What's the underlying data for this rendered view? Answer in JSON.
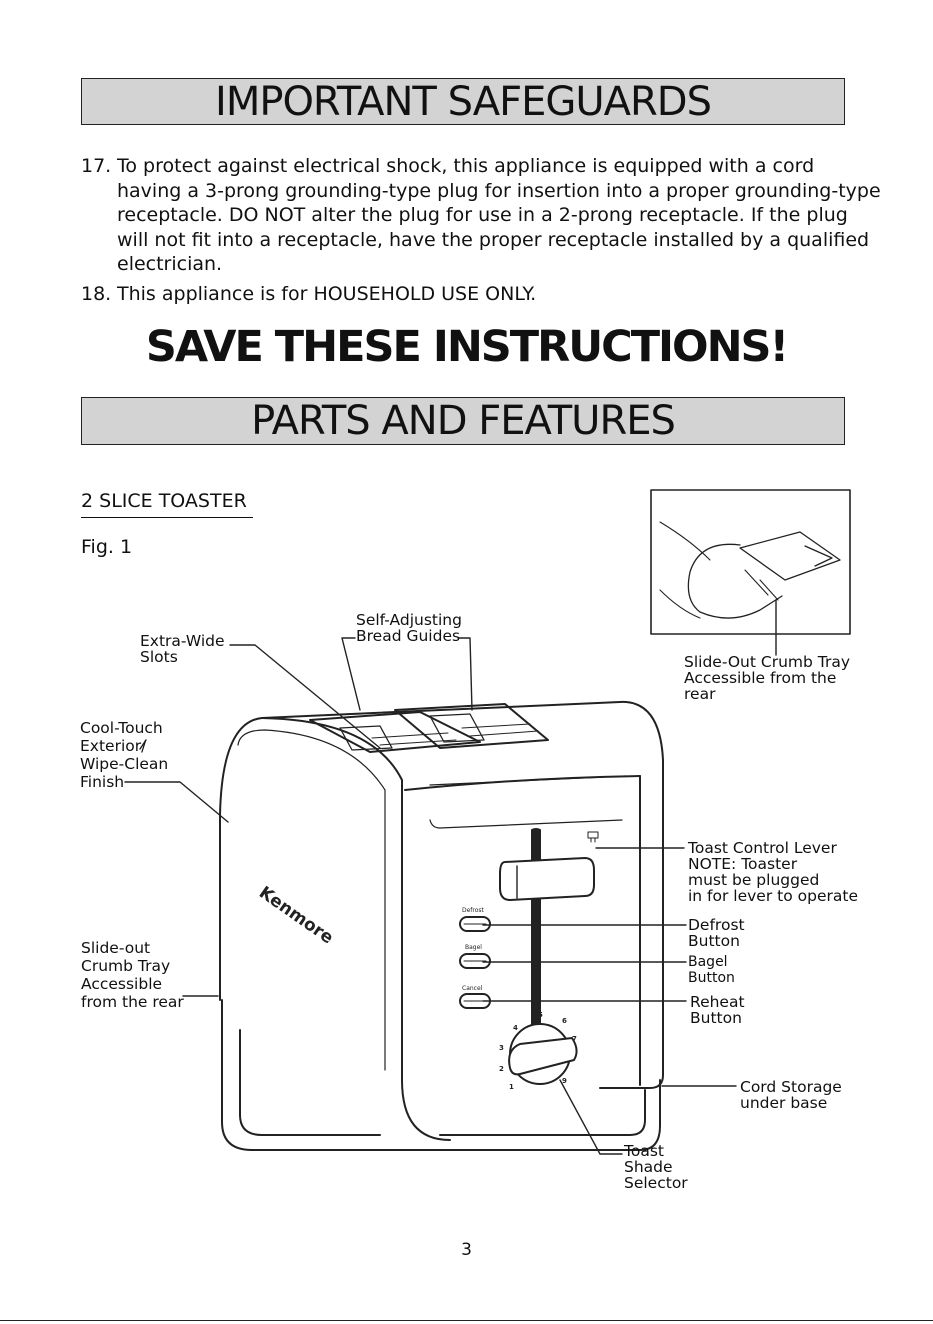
{
  "safeguards": {
    "title": "IMPORTANT SAFEGUARDS",
    "items": [
      {
        "num": "17.",
        "text": "To protect against electrical shock, this appliance is equipped with a cord having a 3-prong grounding-type plug for insertion into a proper grounding-type receptacle. DO NOT alter the plug for use in a 2-prong receptacle. If the plug will not fit into a receptacle, have the proper receptacle installed by a qualified electrician."
      },
      {
        "num": "18.",
        "text_before": "This appliance is for ",
        "text_emph": "HOUSEHOLD USE ONLY."
      }
    ]
  },
  "save_notice": "SAVE THESE INSTRUCTIONS!",
  "parts": {
    "title": "PARTS AND FEATURES",
    "subhead": "2 SLICE TOASTER",
    "fig_label": "Fig. 1",
    "brand": "Kenmore",
    "button_labels": {
      "defrost": "Defrost",
      "bagel": "Bagel",
      "cancel": "Cancel"
    },
    "dial_numbers": [
      "1",
      "2",
      "3",
      "4",
      "5",
      "6",
      "7",
      "9"
    ],
    "labels": {
      "extra_wide": [
        "Extra-Wide",
        "Slots"
      ],
      "bread_guides": [
        "Self-Adjusting",
        "Bread Guides"
      ],
      "crumb_tray_rear": [
        "Slide-Out Crumb Tray",
        "Accessible from the",
        "rear"
      ],
      "cool_touch": [
        "Cool-Touch",
        "Exterior/",
        "Wipe-Clean",
        "Finish"
      ],
      "lever": [
        "Toast Control Lever",
        "NOTE: Toaster",
        "must be plugged",
        "in for lever to operate"
      ],
      "defrost": [
        "Defrost",
        "Button"
      ],
      "bagel": [
        "Bagel",
        "Button"
      ],
      "reheat": [
        "Reheat",
        "Button"
      ],
      "crumb_tray_left": [
        "Slide-out",
        "Crumb Tray",
        "Accessible",
        "from the rear"
      ],
      "cord_storage": [
        "Cord Storage",
        "under base"
      ],
      "shade": [
        "Toast",
        "Shade",
        "Selector"
      ]
    }
  },
  "page_number": "3"
}
